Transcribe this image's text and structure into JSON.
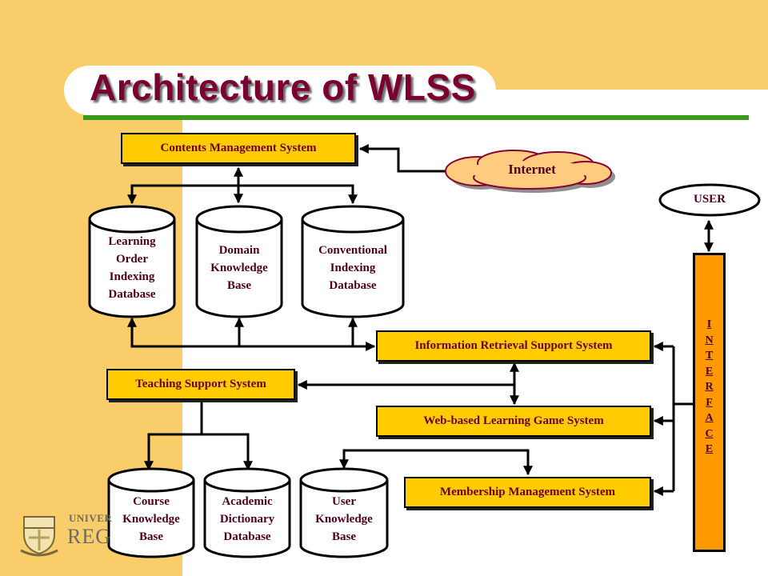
{
  "title": "Architecture of WLSS",
  "systems": {
    "cms": "Contents Management System",
    "irss": "Information Retrieval Support System",
    "tss": "Teaching Support System",
    "wlgs": "Web-based Learning Game System",
    "mms": "Membership Management System"
  },
  "databases": {
    "learning_order": [
      "Learning",
      "Order",
      "Indexing",
      "Database"
    ],
    "domain_knowledge": [
      "Domain",
      "Knowledge",
      "Base"
    ],
    "conventional": [
      "Conventional",
      "Indexing",
      "Database"
    ],
    "course_knowledge": [
      "Course",
      "Knowledge",
      "Base"
    ],
    "academic_dictionary": [
      "Academic",
      "Dictionary",
      "Database"
    ],
    "user_knowledge": [
      "User",
      "Knowledge",
      "Base"
    ]
  },
  "internet": "Internet",
  "user": "USER",
  "interface": [
    "I",
    "N",
    "T",
    "E",
    "R",
    "F",
    "A",
    "C",
    "E"
  ],
  "logo": {
    "line1": "UNIVER",
    "line2": "REG"
  },
  "colors": {
    "background_tan": "#f8cd6a",
    "title": "#7a0032",
    "box_fill": "#ffcc00",
    "interface_fill": "#ff9900",
    "cloud_fill": "#ffcc80",
    "accent_green": "#3a9a1a"
  }
}
